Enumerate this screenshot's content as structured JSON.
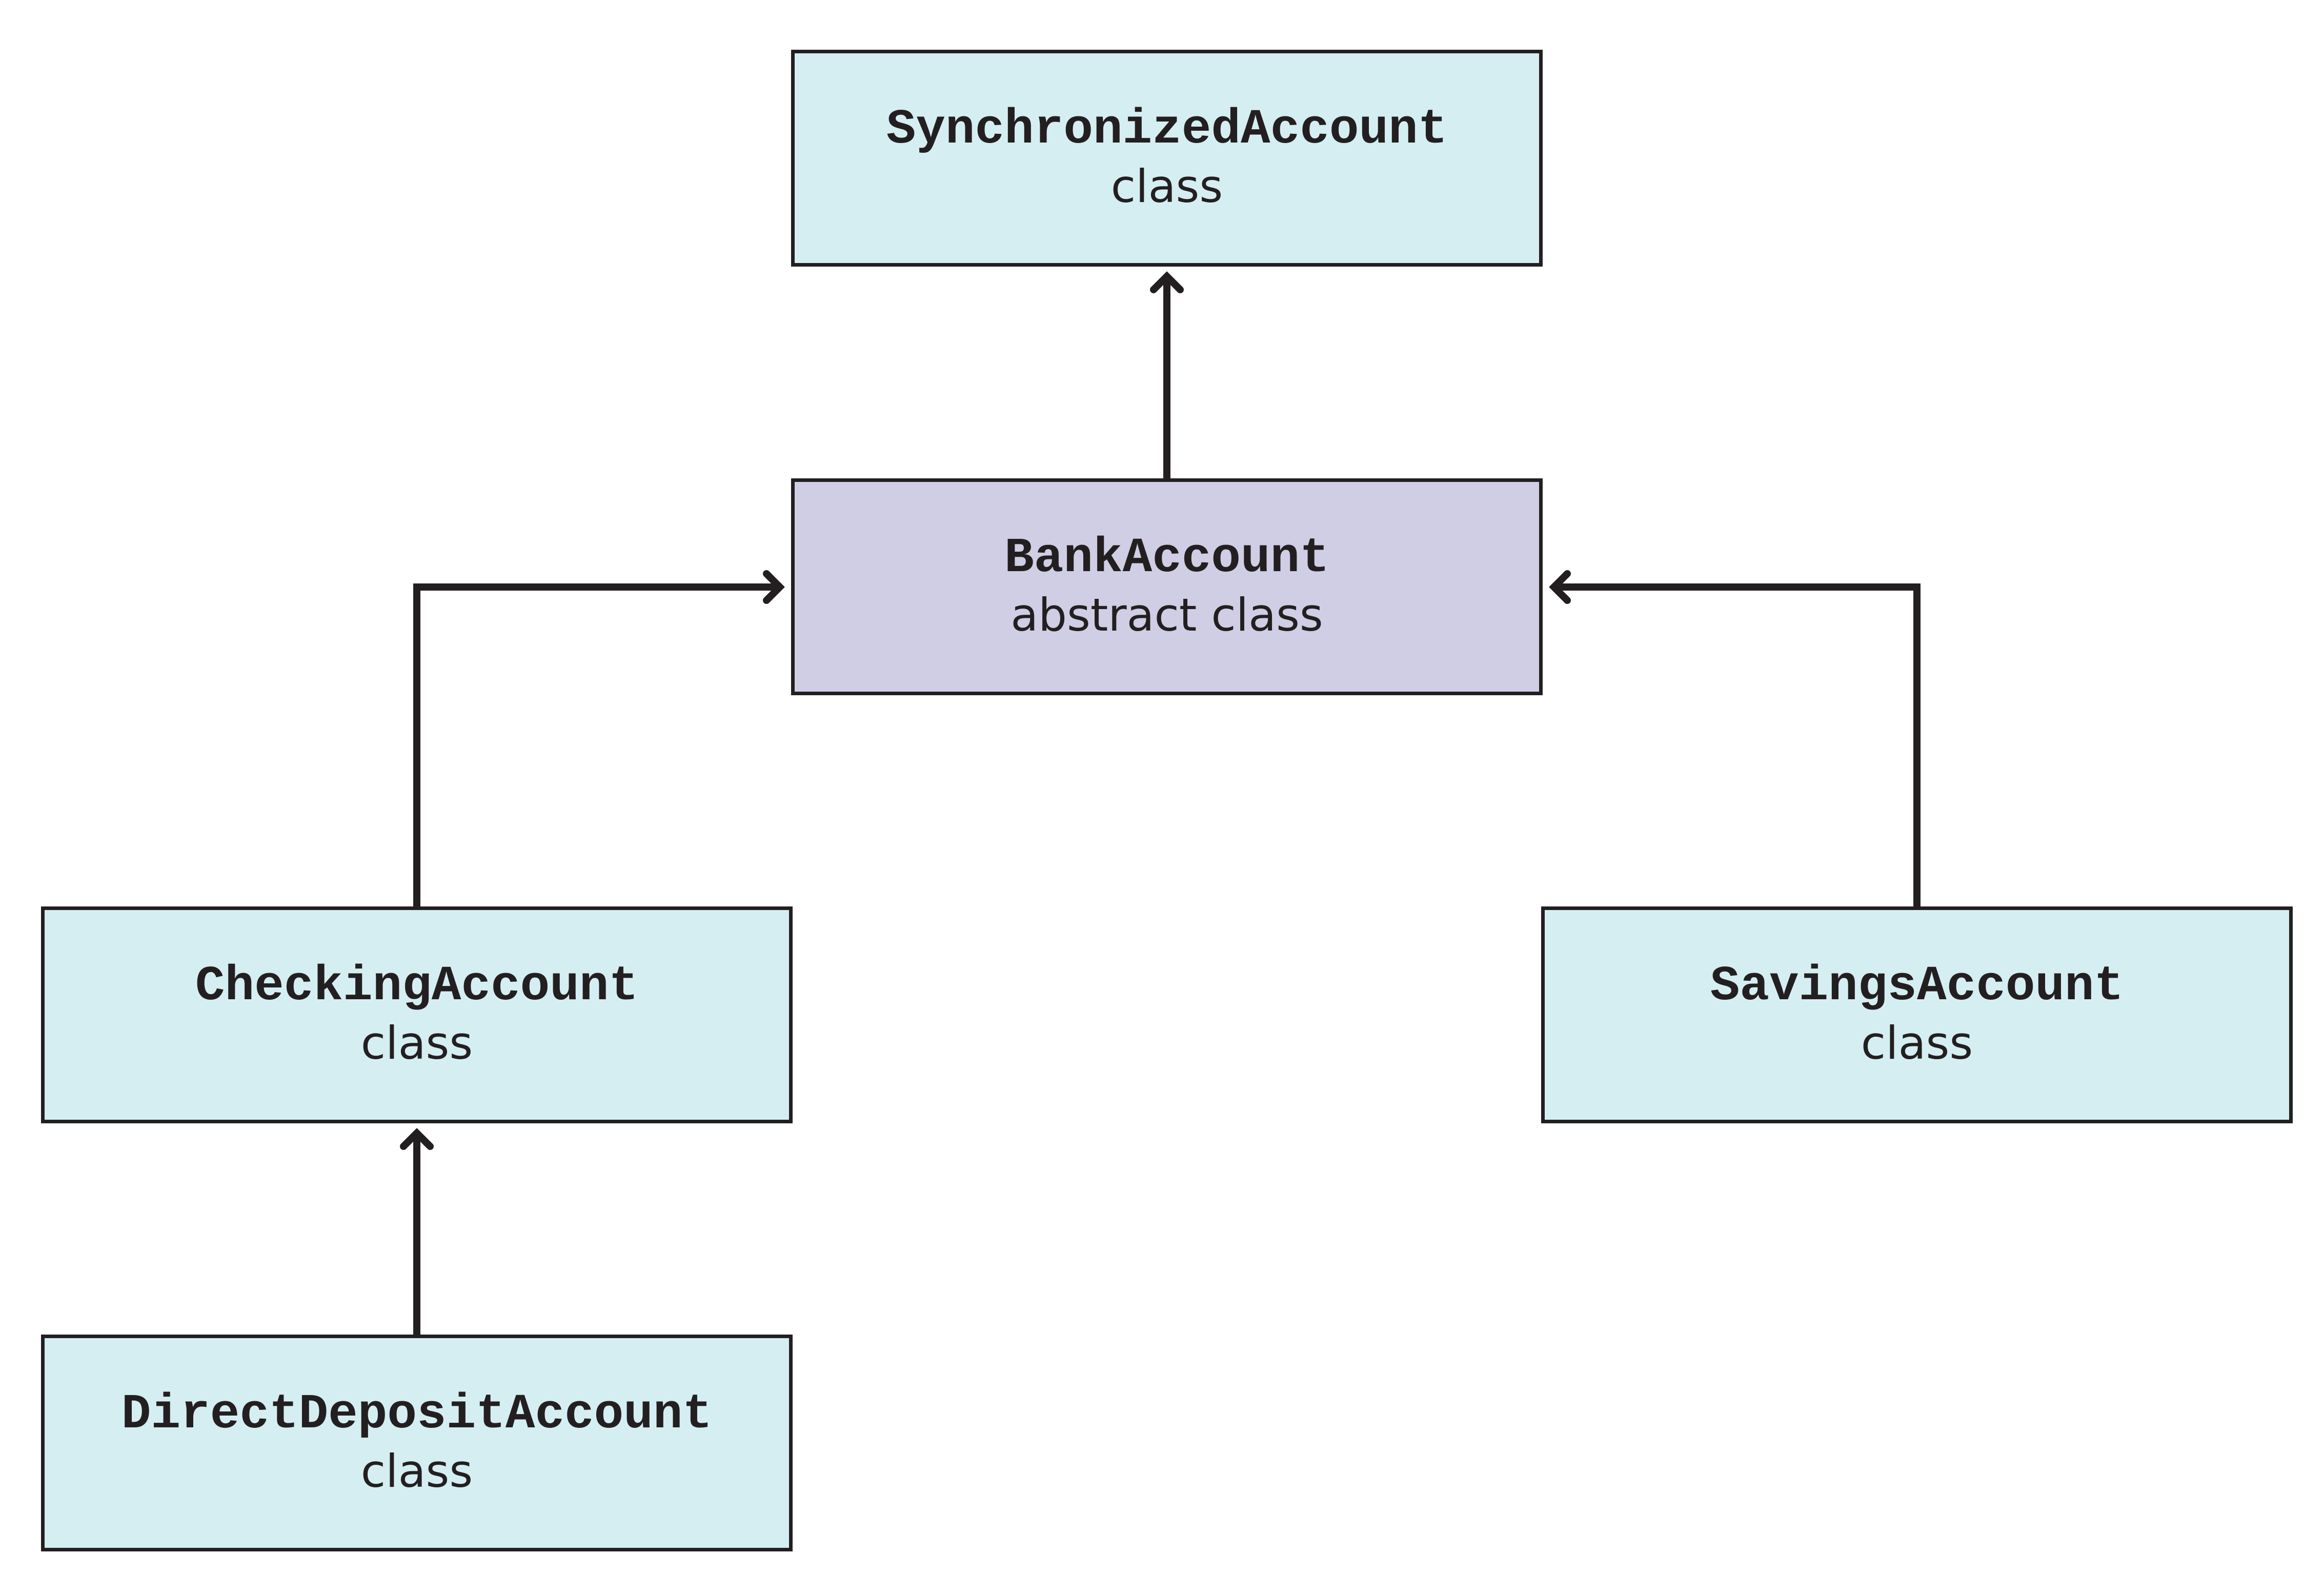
{
  "diagram": {
    "nodes": [
      {
        "id": "synchronized",
        "name": "SynchronizedAccount",
        "kind": "class"
      },
      {
        "id": "bank",
        "name": "BankAccount",
        "kind": "abstract class"
      },
      {
        "id": "checking",
        "name": "CheckingAccount",
        "kind": "class"
      },
      {
        "id": "savings",
        "name": "SavingsAccount",
        "kind": "class"
      },
      {
        "id": "direct",
        "name": "DirectDepositAccount",
        "kind": "class"
      }
    ],
    "edges": [
      {
        "from": "BankAccount",
        "to": "SynchronizedAccount"
      },
      {
        "from": "CheckingAccount",
        "to": "BankAccount"
      },
      {
        "from": "SavingsAccount",
        "to": "BankAccount"
      },
      {
        "from": "DirectDepositAccount",
        "to": "CheckingAccount"
      }
    ],
    "colors": {
      "class_fill": "#d5eef2",
      "abstract_fill": "#cfcee4",
      "stroke": "#231f20"
    }
  }
}
